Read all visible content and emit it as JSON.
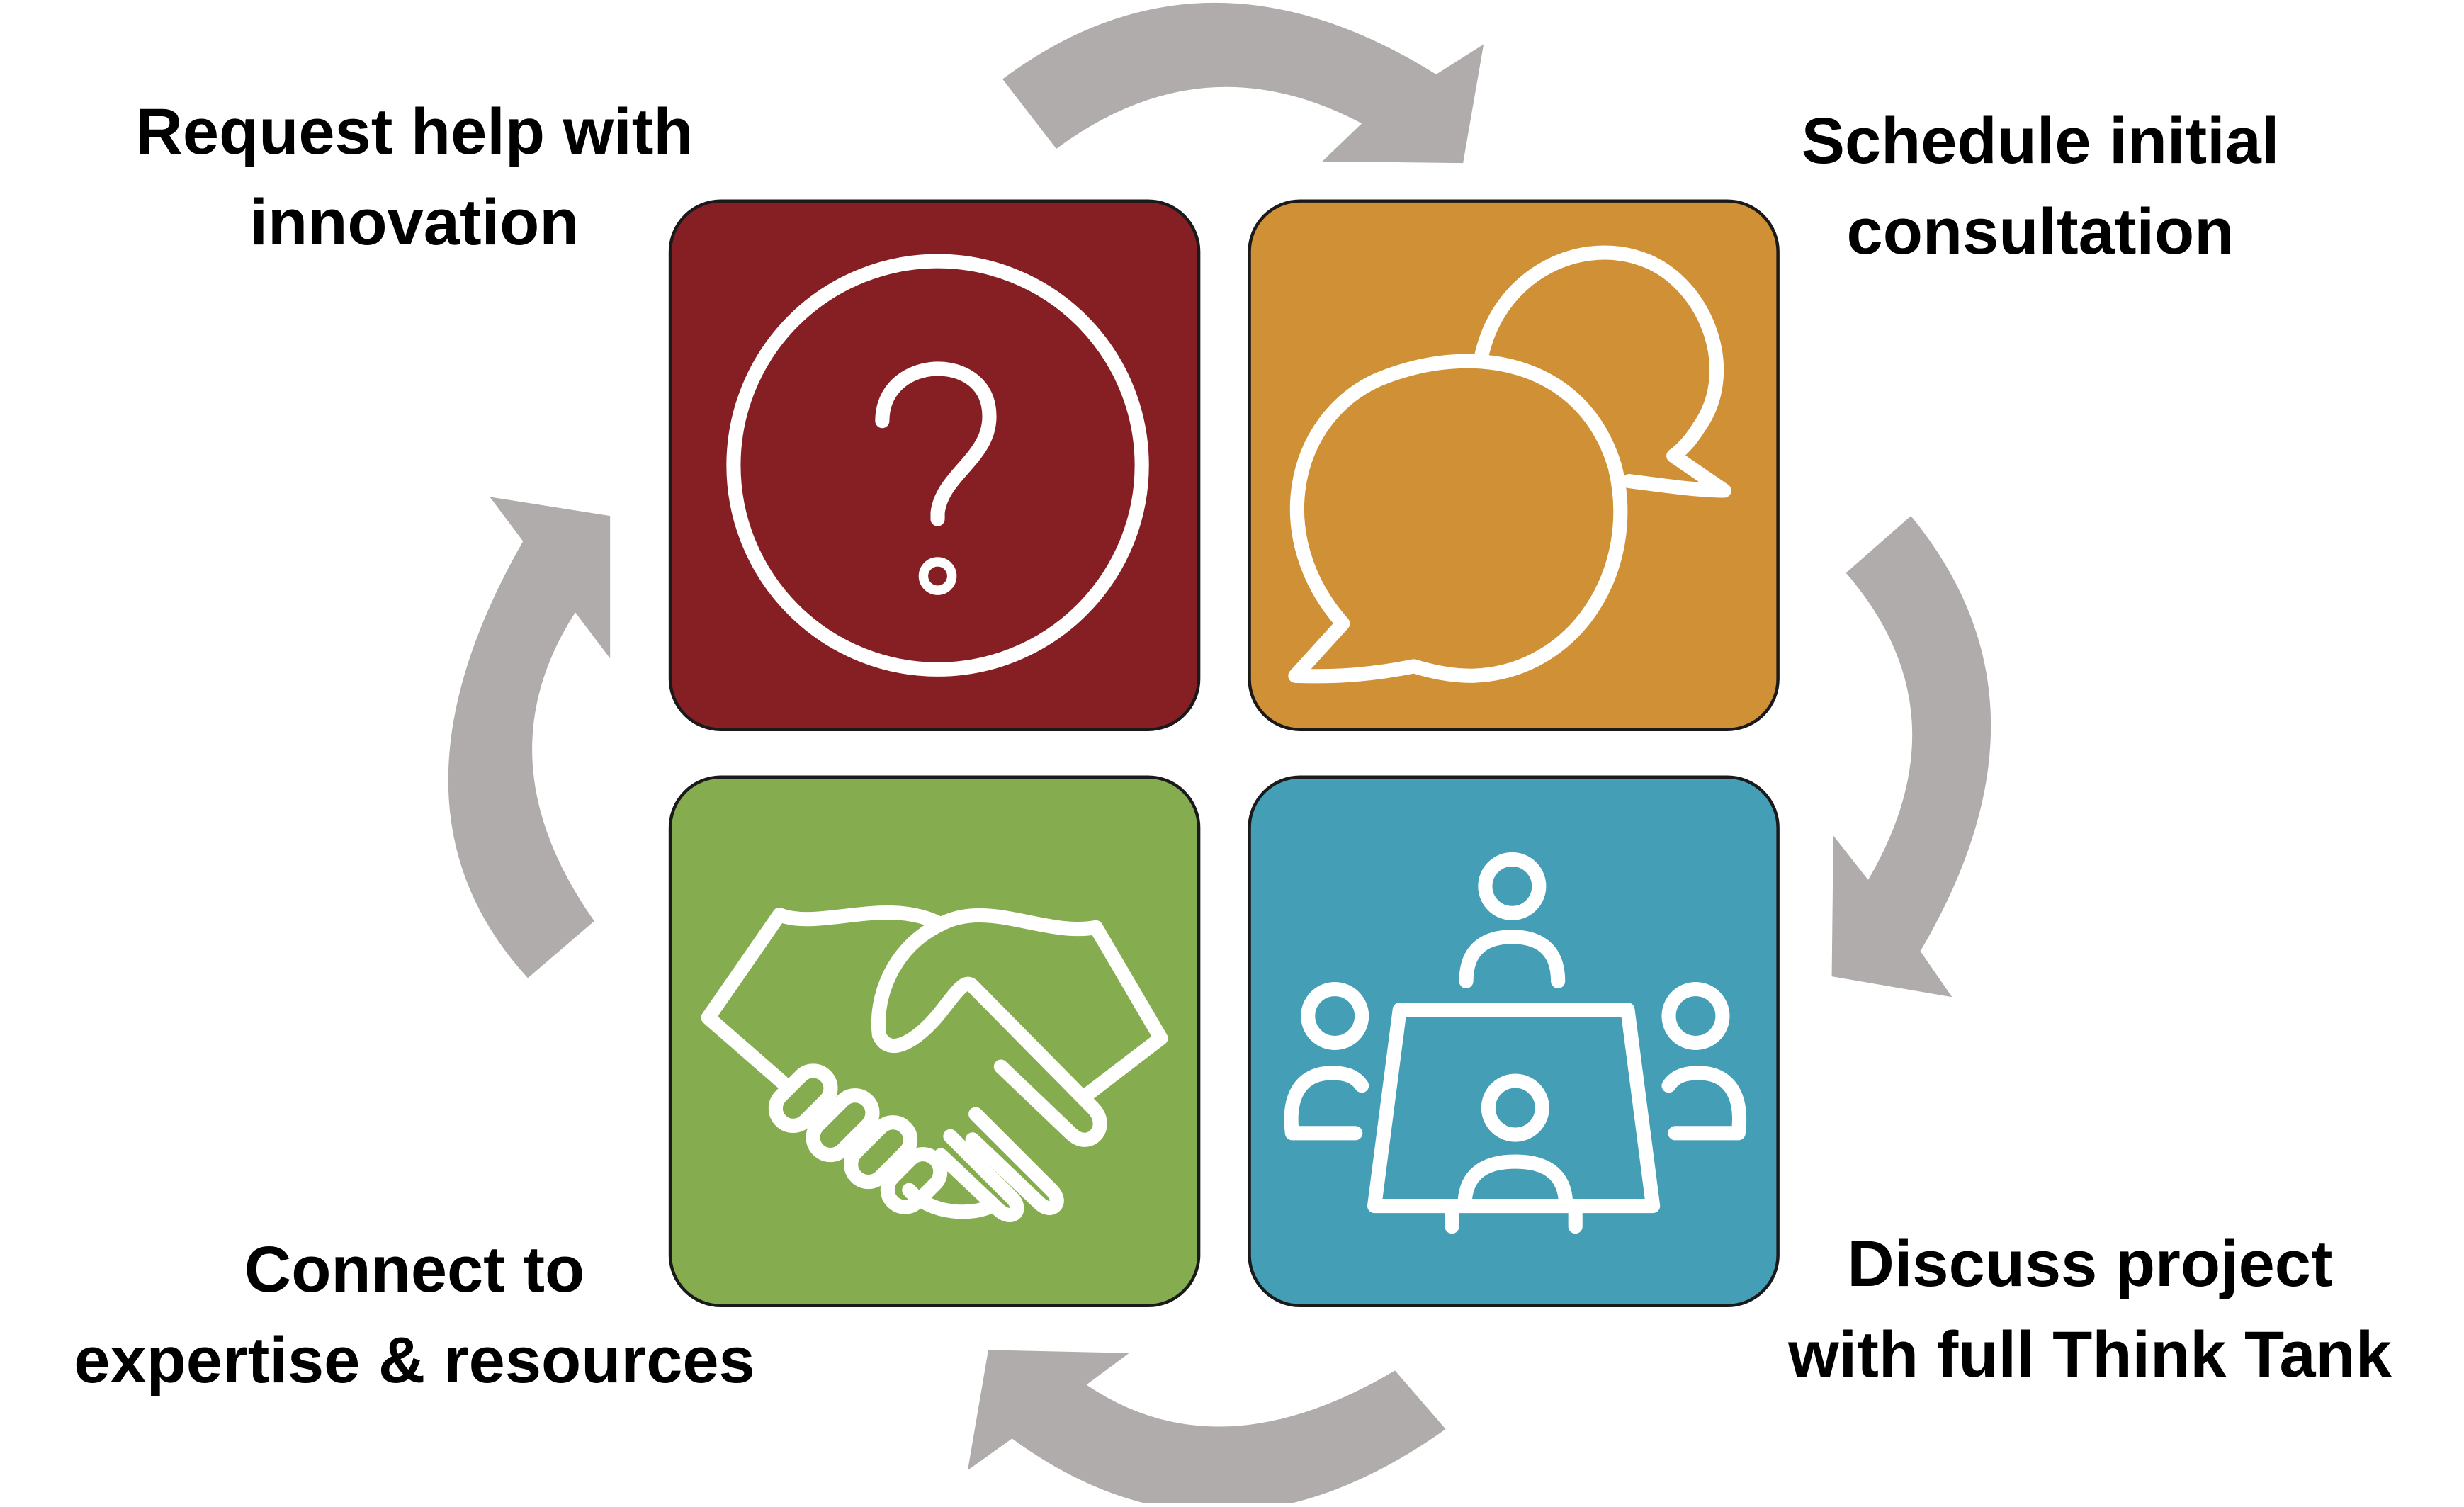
{
  "steps": [
    {
      "line1": "Request help with",
      "line2": "innovation",
      "color": "#861F24",
      "icon": "question-icon"
    },
    {
      "line1": "Schedule initial",
      "line2": "consultation",
      "color": "#CF9036",
      "icon": "speech-bubbles-icon"
    },
    {
      "line1": "Discuss project",
      "line2": "with full Think Tank",
      "color": "#449EB5",
      "icon": "meeting-table-icon"
    },
    {
      "line1": "Connect to",
      "line2": "expertise & resources",
      "color": "#85AC4F",
      "icon": "handshake-icon"
    }
  ],
  "arrow_color": "#AFACAB",
  "icon_color": "#FFFFFF"
}
